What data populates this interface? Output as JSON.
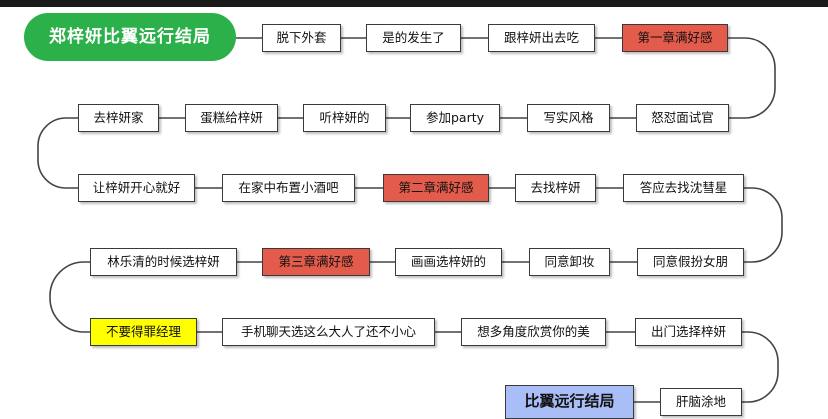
{
  "title": "郑梓妍比翼远行结局",
  "nodes": {
    "n1": "脱下外套",
    "n2": "是的发生了",
    "n3": "跟梓妍出去吃",
    "n4": "第一章满好感",
    "n5": "怒怼面试官",
    "n6": "写实风格",
    "n7": "参加party",
    "n8": "听梓妍的",
    "n9": "蛋糕给梓妍",
    "n10": "去梓妍家",
    "n11": "让梓妍开心就好",
    "n12": "在家中布置小酒吧",
    "n13": "第二章满好感",
    "n14": "去找梓妍",
    "n15": "答应去找沈彗星",
    "n16": "同意假扮女朋",
    "n17": "同意卸妆",
    "n18": "画画选梓妍的",
    "n19": "第三章满好感",
    "n20": "林乐清的时候选梓妍",
    "n21": "不要得罪经理",
    "n22": "手机聊天选这么大人了还不小心",
    "n23": "想多角度欣赏你的美",
    "n24": "出门选择梓妍",
    "n25": "肝脑涂地",
    "ending": "比翼远行结局"
  },
  "colors": {
    "title_bg": "#2bb04a",
    "highlight_red": "#e25b4b",
    "highlight_yellow": "#ffff00",
    "ending_blue": "#a9bdf7"
  }
}
